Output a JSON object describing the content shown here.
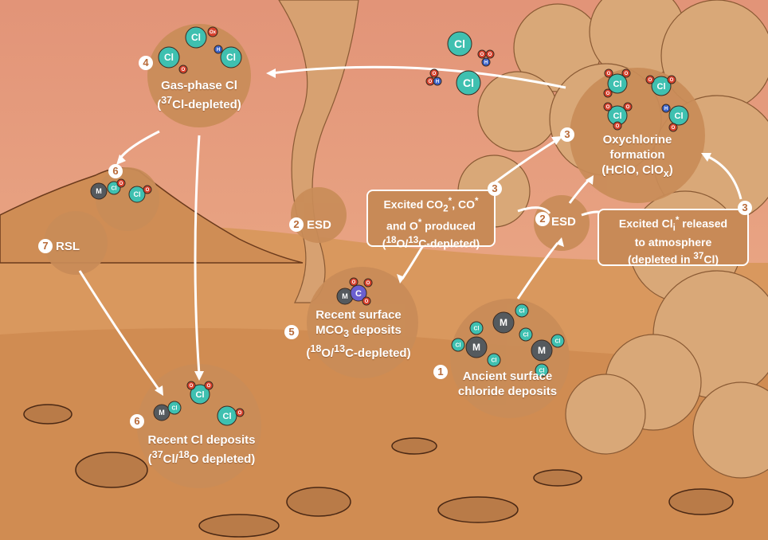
{
  "labels": {
    "gas_phase": {
      "number": "4",
      "line1": "Gas-phase Cl",
      "line2_pre": "(",
      "line2_sup": "37",
      "line2_post": "Cl-depleted)"
    },
    "oxychlorine": {
      "number": "3",
      "line1": "Oxychlorine",
      "line2": "formation",
      "line3_pre": "(HClO, ClO",
      "line3_sub": "x",
      "line3_post": ")"
    },
    "rsl": {
      "number": "7",
      "text": "RSL"
    },
    "esd_left": {
      "number": "2",
      "text": "ESD"
    },
    "esd_right": {
      "number": "2",
      "text": "ESD"
    },
    "excited_co2": {
      "number": "3",
      "line1_a": "Excited CO",
      "line1_sub": "2",
      "line1_sup": "*",
      "line1_b": ", CO",
      "line1_sup2": "*",
      "line2_a": "and O",
      "line2_sup": "*",
      "line2_b": " produced",
      "line3_a": "(",
      "line3_sup1": "18",
      "line3_b": "O/",
      "line3_sup2": "13",
      "line3_c": "C-depleted)"
    },
    "excited_cl": {
      "number": "3",
      "line1_a": "Excited Cl",
      "line1_sub": "i",
      "line1_sup": "*",
      "line1_b": " released",
      "line2": "to atmosphere",
      "line3_a": "(depleted in ",
      "line3_sup": "37",
      "line3_b": "Cl)"
    },
    "mco3": {
      "number": "5",
      "line1": "Recent surface",
      "line2_a": "MCO",
      "line2_sub": "3",
      "line2_b": " deposits",
      "line3_a": "(",
      "line3_sup1": "18",
      "line3_b": "O/",
      "line3_sup2": "13",
      "line3_c": "C-depleted)"
    },
    "ancient": {
      "number": "1",
      "line1": "Ancient surface",
      "line2": "chloride deposits"
    },
    "recent_cl": {
      "number": "6",
      "line1": "Recent Cl deposits",
      "line2_a": "(",
      "line2_sup1": "37",
      "line2_b": "Cl/",
      "line2_sup2": "18",
      "line2_c": "O depleted)"
    },
    "volcano": {
      "number": "6"
    }
  },
  "atoms": {
    "cl": "Cl",
    "o": "O",
    "h": "H",
    "m": "M",
    "c": "C",
    "ox": "Ox"
  },
  "colors": {
    "sky": "#e8a07e",
    "ground": "#d99a60",
    "bubble": "#c98c58",
    "cl": "#3fc0b0",
    "o": "#d9432e",
    "h": "#3b63c8",
    "m": "#555a5e",
    "c": "#6a5fd0"
  }
}
